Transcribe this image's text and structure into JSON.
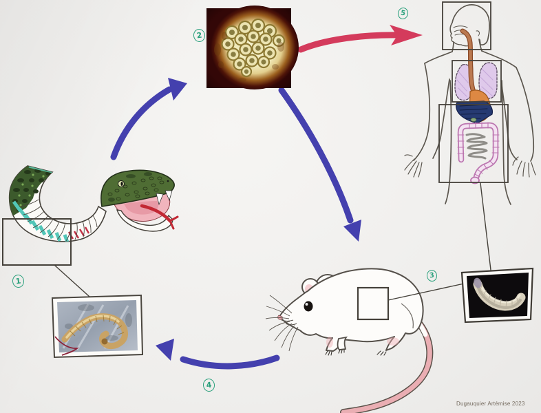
{
  "diagram": {
    "signature": "Dugauquier Artémise 2023",
    "steps": [
      {
        "num": "1",
        "figure": "snake-definitive-host"
      },
      {
        "num": "2",
        "figure": "parasite-eggs-micrograph"
      },
      {
        "num": "3",
        "figure": "cystacanth-larva-photo"
      },
      {
        "num": "4",
        "figure": "larva-on-plastic-photo"
      },
      {
        "num": "5",
        "figure": "human-accidental-host"
      }
    ],
    "figures": {
      "snake": "snake-with-skeleton-cutaway-drawing",
      "eggs": "egg-cluster-microscopy-photo",
      "human": "human-digestive-system-drawing",
      "rat": "rat-intermediate-host-drawing",
      "larva_plastic": "larva-on-plastic-wrap-photo",
      "cystacanth": "cystacanth-larva-on-black-photo"
    },
    "colors": {
      "paper": "#f1f0ee",
      "arrow_blue": "#4440ae",
      "arrow_red": "#d43b5c",
      "step_green": "#2aa07c",
      "pencil": "#45413a"
    }
  }
}
